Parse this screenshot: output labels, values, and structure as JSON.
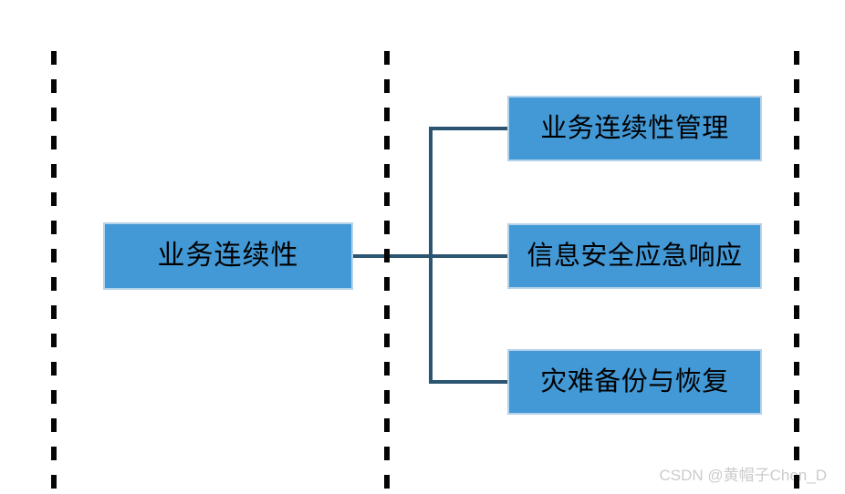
{
  "diagram": {
    "root": {
      "label": "业务连续性"
    },
    "children": [
      {
        "label": "业务连续性管理"
      },
      {
        "label": "信息安全应急响应"
      },
      {
        "label": "灾难备份与恢复"
      }
    ],
    "colors": {
      "node_fill": "#4399D6",
      "node_border": "#B5D3EA",
      "connector": "#2B5570",
      "dashed_line": "#050505",
      "node_text": "#000000",
      "watermark_text": "#CBCBCB"
    }
  },
  "watermark": {
    "text": "CSDN @黄帽子Chen_D"
  }
}
